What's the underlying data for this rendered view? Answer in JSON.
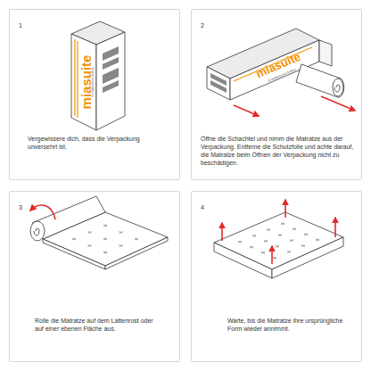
{
  "diagram": {
    "nodes": [
      {
        "text": [
          "1",
          "Vergewissere dich, dass die Verpackung unversehrt ist."
        ]
      },
      {
        "text": [
          "2",
          "Öffne die Schachtel und nimm die Matratze aus der Verpackung. Entferne die Schutzfolie und achte darauf, die Matratze beim Öffnen der Verpackung nicht zu beschädigen."
        ]
      },
      {
        "text": [
          "3",
          "Rolle die Matratze auf dem Lattenrost oder auf einer ebenen Fläche aus."
        ]
      },
      {
        "text": [
          "4",
          "Warte, bis die Matratze ihre ursprüngliche Form wieder annimmt."
        ]
      }
    ],
    "labels": [
      "miasuite",
      "il materasso online",
      "miasuite",
      "il materasso online"
    ]
  }
}
